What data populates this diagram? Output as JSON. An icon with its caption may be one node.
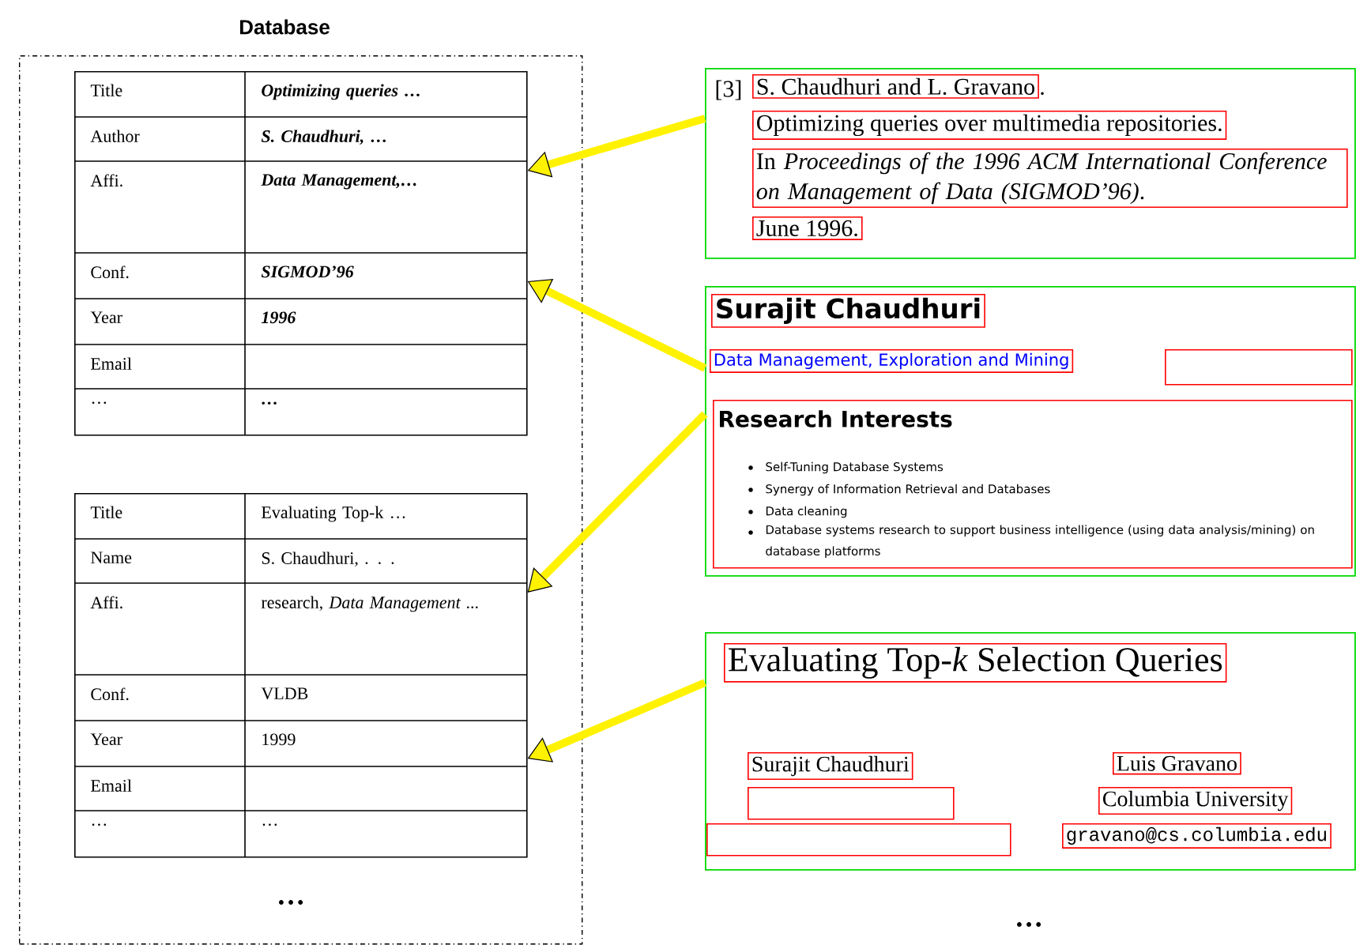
{
  "diagram": {
    "nodes": [
      {
        "text": [
          "Database",
          "…"
        ]
      },
      {
        "text": [
          "Title",
          "Optimizing queries …",
          "Author",
          "S. Chaudhuri, …",
          "Affi.",
          "Data Management,…",
          "Conf.",
          "SIGMOD’96",
          "Year",
          "1996",
          "Email",
          "…",
          "…"
        ],
        "in": 0
      },
      {
        "text": [
          "Title",
          "Evaluating Top-k …",
          "Name",
          "S. Chaudhuri, . . .",
          "Affi.",
          "research, *Data Management ...*",
          "Conf.",
          "VLDB",
          "Year",
          "1999",
          "Email",
          "…",
          "…"
        ],
        "in": 0
      },
      {
        "text": [
          "[3]",
          "."
        ]
      },
      {
        "text": [
          "S. Chaudhuri and L. Gravano"
        ],
        "in": 3
      },
      {
        "text": [
          "Optimizing queries over multimedia repositories."
        ],
        "in": 3
      },
      {
        "text": [
          "In *Proceedings of the 1996 ACM International Conference on Management of Data (SIGMOD’96)*."
        ],
        "in": 3
      },
      {
        "text": [
          "June 1996."
        ],
        "in": 3
      },
      {
        "text": [],
        "shape": "box"
      },
      {
        "text": [
          "Surajit Chaudhuri"
        ],
        "in": 8
      },
      {
        "text": [
          "Data Management, Exploration and Mining"
        ],
        "in": 8
      },
      {
        "text": [],
        "shape": "box",
        "in": 8
      },
      {
        "text": [
          "Research Interests",
          "Self-Tuning Database Systems",
          "Synergy of Information Retrieval and Databases",
          "Data cleaning",
          "Database systems research to support business intelligence (using data analysis/mining) on database platforms"
        ],
        "in": 8
      },
      {
        "text": [],
        "shape": "box"
      },
      {
        "text": [
          "Evaluating Top-*k* Selection Queries"
        ],
        "in": 13
      },
      {
        "text": [
          "Surajit Chaudhuri"
        ],
        "in": 13
      },
      {
        "text": [],
        "shape": "box",
        "in": 13
      },
      {
        "text": [],
        "shape": "box",
        "in": 13
      },
      {
        "text": [
          "Luis Gravano"
        ],
        "in": 13
      },
      {
        "text": [
          "Columbia University"
        ],
        "in": 13
      },
      {
        "text": [
          "gravano@cs.columbia.edu"
        ],
        "in": 13
      }
    ],
    "edges": [
      {
        "from": 3,
        "to": 1,
        "arrow": "to"
      },
      {
        "from": 8,
        "to": 1,
        "arrow": "to"
      },
      {
        "from": 8,
        "to": 2,
        "arrow": "to"
      },
      {
        "from": 13,
        "to": 2,
        "arrow": "to"
      }
    ],
    "labels": [
      "…"
    ]
  }
}
